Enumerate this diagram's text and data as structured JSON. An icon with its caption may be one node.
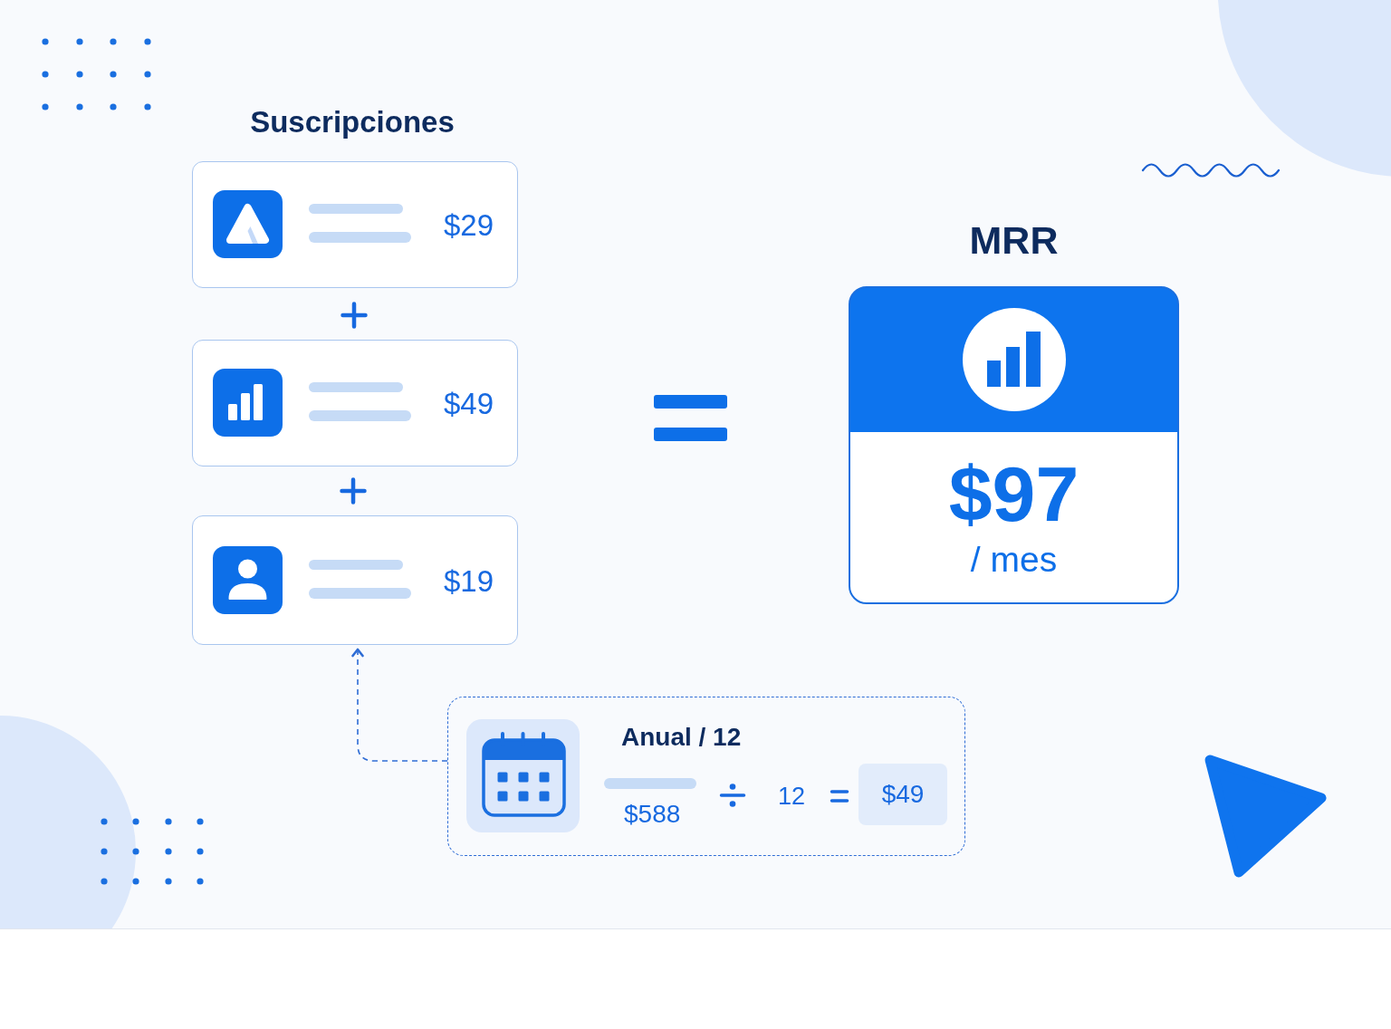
{
  "diagram": {
    "nodes": [
      {
        "text": [
          "$29"
        ]
      },
      {
        "text": [
          "$49"
        ]
      },
      {
        "text": [
          "$19"
        ]
      },
      {
        "text": [
          "MRR",
          "$97",
          "/ mes"
        ]
      },
      {
        "text": [
          "Anual / 12",
          "$588",
          "12"
        ]
      },
      {
        "text": [
          "$49"
        ],
        "in": 4
      }
    ],
    "edges": [
      {
        "from": 4,
        "to": 2,
        "arrow": "to",
        "style": "dashed"
      }
    ],
    "labels": [
      "Suscripciones"
    ]
  }
}
